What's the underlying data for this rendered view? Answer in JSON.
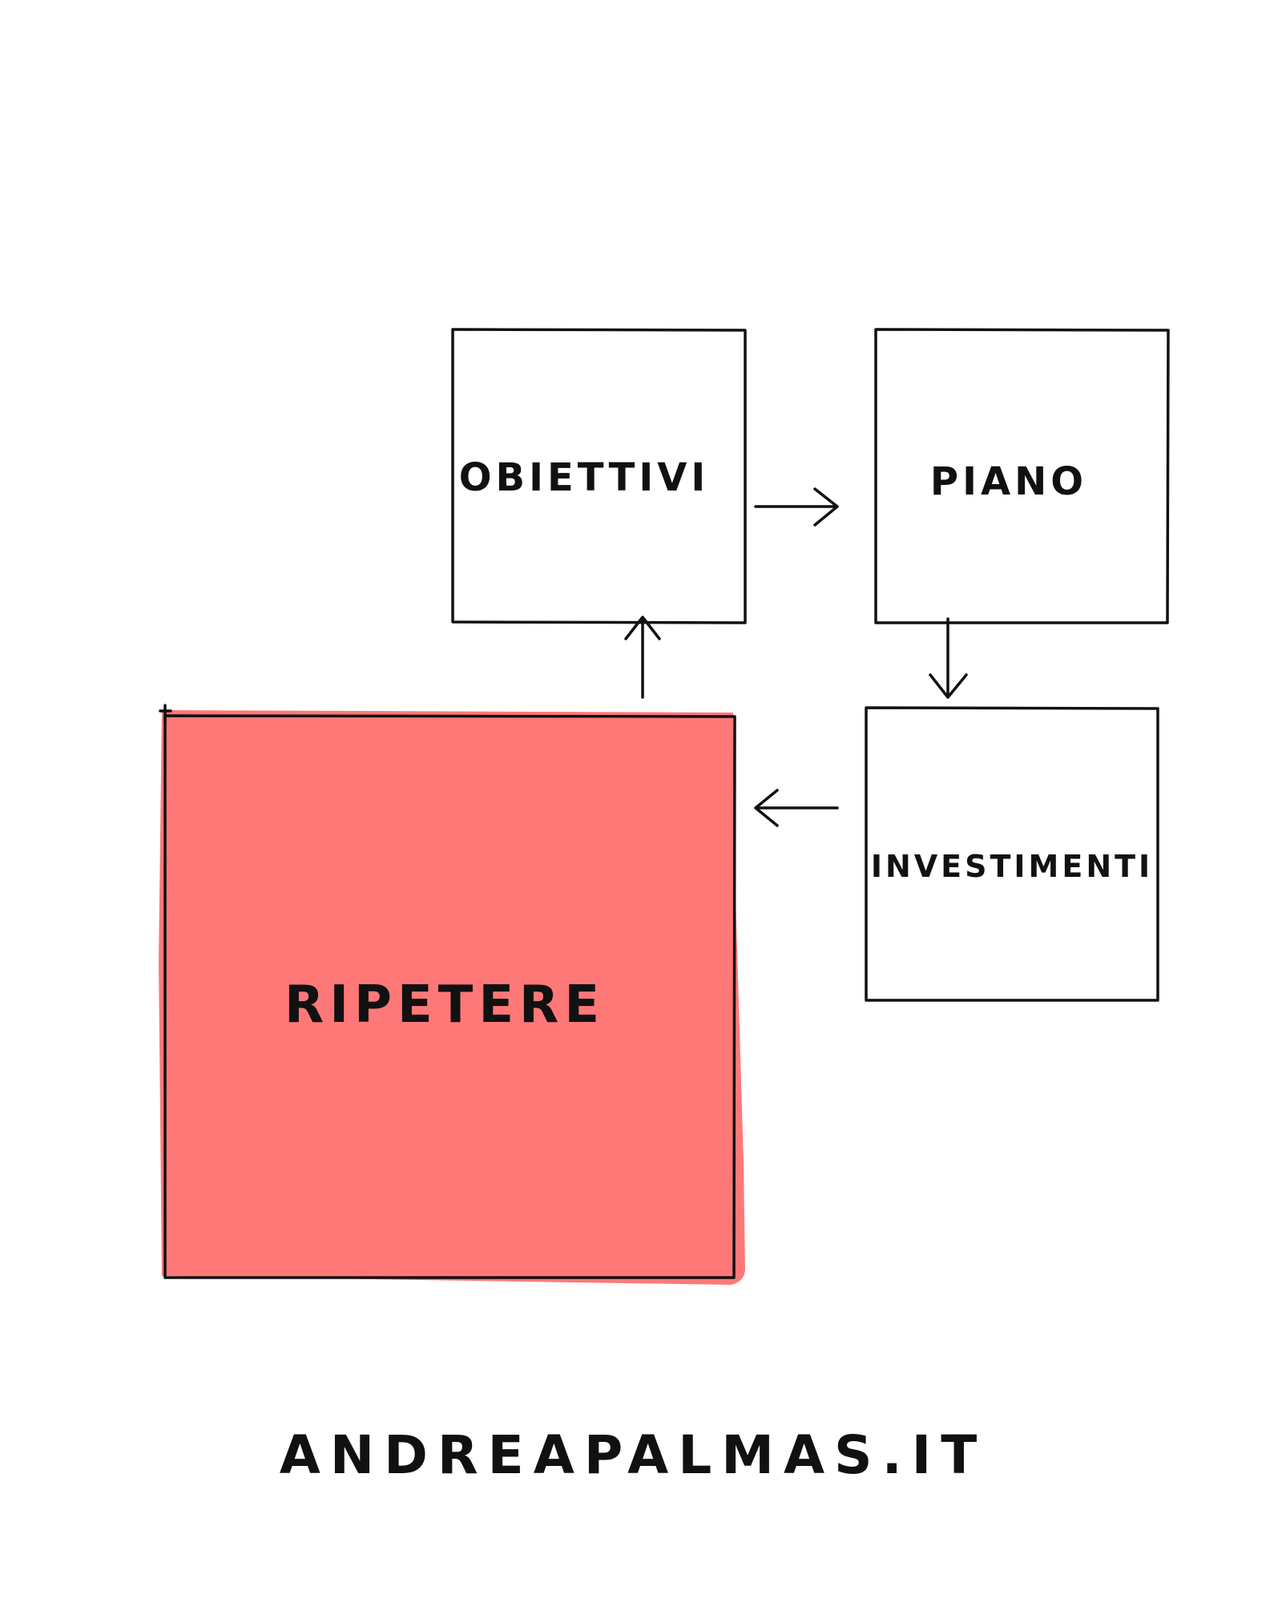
{
  "diagram": {
    "boxes": {
      "goals": {
        "label": "OBIETTIVI"
      },
      "plan": {
        "label": "PIANO"
      },
      "investments": {
        "label": "INVESTIMENTI"
      },
      "repeat": {
        "label": "RIPETERE",
        "fill_color": "#ff7878"
      }
    },
    "flow": [
      "OBIETTIVI",
      "PIANO",
      "INVESTIMENTI",
      "RIPETERE",
      "OBIETTIVI"
    ]
  },
  "footer": {
    "text": "ANDREAPALMAS.IT"
  },
  "colors": {
    "ink": "#111111",
    "highlight": "#ff7878",
    "background": "#ffffff"
  }
}
